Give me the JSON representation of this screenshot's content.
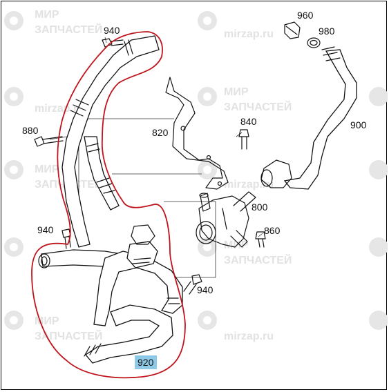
{
  "diagram": {
    "watermark": {
      "line1": "МИР",
      "line2": "ЗАПЧАСТЕЙ",
      "site": "mirzap.ru"
    },
    "labels": {
      "p960": "960",
      "p980": "980",
      "p940_top": "940",
      "p880": "880",
      "p820": "820",
      "p840": "840",
      "p900": "900",
      "p800": "800",
      "p940_left": "940",
      "p860": "860",
      "p940_bottom": "940",
      "p920": "920"
    },
    "highlight": {
      "outline_color": "#c0141c",
      "label_bg": "#8fc9e8"
    }
  }
}
